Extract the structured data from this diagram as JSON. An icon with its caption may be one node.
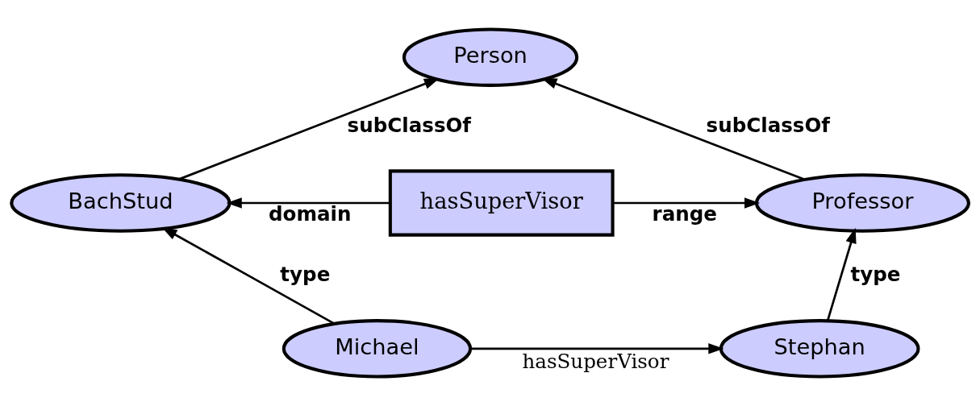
{
  "diagram": {
    "nodes": [
      {
        "text": [
          "Person"
        ]
      },
      {
        "text": [
          "BachStud"
        ]
      },
      {
        "text": [
          "hasSuperVisor"
        ]
      },
      {
        "text": [
          "Professor"
        ]
      },
      {
        "text": [
          "Michael"
        ]
      },
      {
        "text": [
          "Stephan"
        ]
      }
    ],
    "edges": [
      {
        "from": 1,
        "to": 0,
        "arrow": "to",
        "label": "subClassOf"
      },
      {
        "from": 3,
        "to": 0,
        "arrow": "to",
        "label": "subClassOf"
      },
      {
        "from": 2,
        "to": 1,
        "arrow": "to",
        "label": "domain"
      },
      {
        "from": 2,
        "to": 3,
        "arrow": "to",
        "label": "range"
      },
      {
        "from": 4,
        "to": 1,
        "arrow": "to",
        "label": "type"
      },
      {
        "from": 5,
        "to": 3,
        "arrow": "to",
        "label": "type"
      },
      {
        "from": 4,
        "to": 5,
        "arrow": "to",
        "label": "hasSuperVisor"
      }
    ]
  }
}
